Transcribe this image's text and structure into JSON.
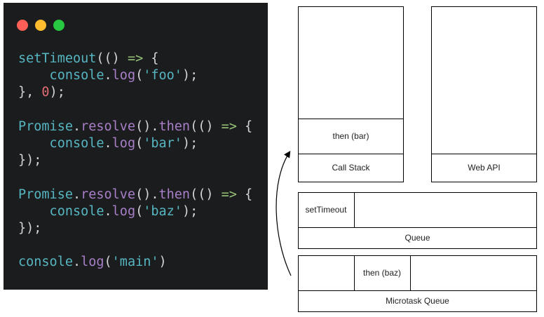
{
  "window_controls": {
    "close_color": "#ff5f57",
    "minimize_color": "#febc2e",
    "maximize_color": "#28c840"
  },
  "code_editor": {
    "background": "#1b1c1d",
    "colors": {
      "identifier": "#56b6c2",
      "method": "#a87fc8",
      "arrow": "#98c379",
      "number": "#e06c75",
      "string": "#56b6c2",
      "punctuation": "#d4d4d4"
    },
    "lines": [
      [
        {
          "t": "setTimeout",
          "c": "identifier"
        },
        {
          "t": "(() ",
          "c": "punctuation"
        },
        {
          "t": "=>",
          "c": "arrow"
        },
        {
          "t": " {",
          "c": "punctuation"
        }
      ],
      [
        {
          "t": "    console",
          "c": "identifier"
        },
        {
          "t": ".",
          "c": "punctuation"
        },
        {
          "t": "log",
          "c": "method"
        },
        {
          "t": "(",
          "c": "punctuation"
        },
        {
          "t": "'foo'",
          "c": "string"
        },
        {
          "t": ");",
          "c": "punctuation"
        }
      ],
      [
        {
          "t": "}, ",
          "c": "punctuation"
        },
        {
          "t": "0",
          "c": "number"
        },
        {
          "t": ");",
          "c": "punctuation"
        }
      ],
      [],
      [
        {
          "t": "Promise",
          "c": "identifier"
        },
        {
          "t": ".",
          "c": "punctuation"
        },
        {
          "t": "resolve",
          "c": "method"
        },
        {
          "t": "().",
          "c": "punctuation"
        },
        {
          "t": "then",
          "c": "method"
        },
        {
          "t": "(() ",
          "c": "punctuation"
        },
        {
          "t": "=>",
          "c": "arrow"
        },
        {
          "t": " {",
          "c": "punctuation"
        }
      ],
      [
        {
          "t": "    console",
          "c": "identifier"
        },
        {
          "t": ".",
          "c": "punctuation"
        },
        {
          "t": "log",
          "c": "method"
        },
        {
          "t": "(",
          "c": "punctuation"
        },
        {
          "t": "'bar'",
          "c": "string"
        },
        {
          "t": ");",
          "c": "punctuation"
        }
      ],
      [
        {
          "t": "});",
          "c": "punctuation"
        }
      ],
      [],
      [
        {
          "t": "Promise",
          "c": "identifier"
        },
        {
          "t": ".",
          "c": "punctuation"
        },
        {
          "t": "resolve",
          "c": "method"
        },
        {
          "t": "().",
          "c": "punctuation"
        },
        {
          "t": "then",
          "c": "method"
        },
        {
          "t": "(() ",
          "c": "punctuation"
        },
        {
          "t": "=>",
          "c": "arrow"
        },
        {
          "t": " {",
          "c": "punctuation"
        }
      ],
      [
        {
          "t": "    console",
          "c": "identifier"
        },
        {
          "t": ".",
          "c": "punctuation"
        },
        {
          "t": "log",
          "c": "method"
        },
        {
          "t": "(",
          "c": "punctuation"
        },
        {
          "t": "'baz'",
          "c": "string"
        },
        {
          "t": ");",
          "c": "punctuation"
        }
      ],
      [
        {
          "t": "});",
          "c": "punctuation"
        }
      ],
      [],
      [
        {
          "t": "console",
          "c": "identifier"
        },
        {
          "t": ".",
          "c": "punctuation"
        },
        {
          "t": "log",
          "c": "method"
        },
        {
          "t": "(",
          "c": "punctuation"
        },
        {
          "t": "'main'",
          "c": "string"
        },
        {
          "t": ")",
          "c": "punctuation"
        }
      ]
    ]
  },
  "diagram": {
    "call_stack": {
      "title": "Call Stack",
      "items": [
        "then (bar)"
      ]
    },
    "web_api": {
      "title": "Web API",
      "items": []
    },
    "queue": {
      "title": "Queue",
      "items": [
        "setTimeout"
      ]
    },
    "microtask_queue": {
      "title": "Microtask Queue",
      "items": [
        "",
        "then (baz)"
      ]
    },
    "arrow": {
      "from": "microtask_queue",
      "to": "call_stack"
    }
  }
}
